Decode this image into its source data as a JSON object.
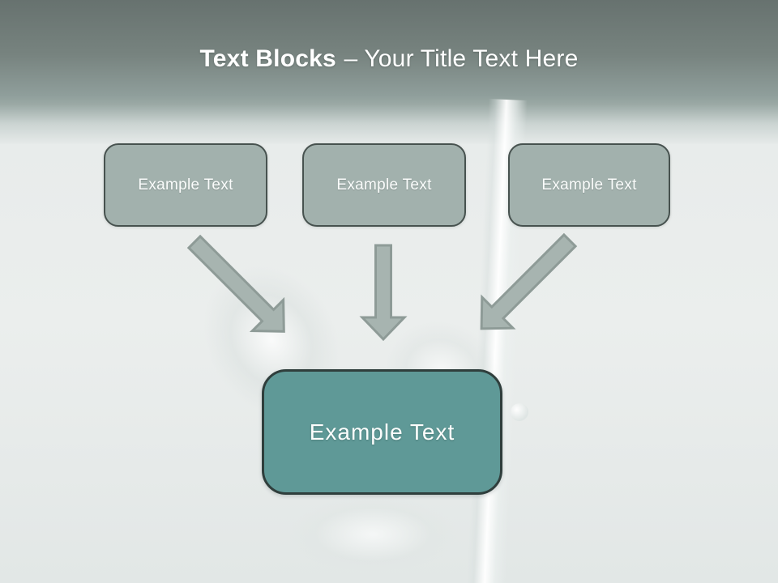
{
  "slide": {
    "title": {
      "bold_part": "Text Blocks",
      "rest_part": "– Your Title Text Here"
    },
    "text_blocks": [
      {
        "label": "Example Text"
      },
      {
        "label": "Example Text"
      },
      {
        "label": "Example Text"
      }
    ],
    "result_block": {
      "label": "Example Text"
    },
    "colors": {
      "header_top": "#67726F",
      "header_mid": "#8F9E9B",
      "background": "#E6EAE9",
      "box_fill": "#A2B1AD",
      "box_border": "#47524F",
      "result_fill": "#5F9997",
      "result_border": "#2F3E3C",
      "arrow_fill": "#A7B4B0",
      "arrow_stroke": "#8E9B97",
      "title_text": "#FFFFFF"
    }
  }
}
